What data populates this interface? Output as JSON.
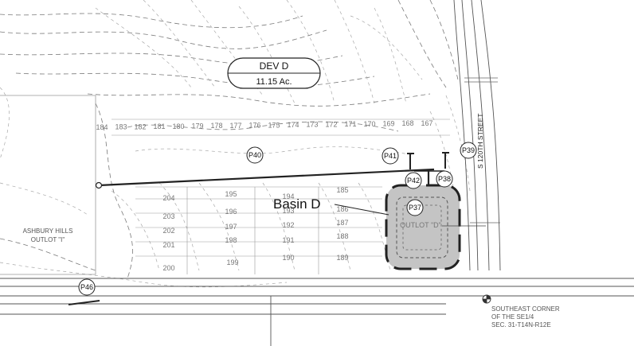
{
  "development": {
    "name": "DEV D",
    "area": "11.15 Ac."
  },
  "basin": {
    "label": "Basin D",
    "outlot_label": "OUTLOT \"D\""
  },
  "street": {
    "name": "S 120TH STREET"
  },
  "outlot_left": {
    "line1": "ASHBURY HILLS",
    "line2": "OUTLOT \"I\""
  },
  "corner_note": {
    "line1": "SOUTHEAST CORNER",
    "line2": "OF THE SE1/4",
    "line3": "SEC. 31-T14N-R12E"
  },
  "points": [
    {
      "id": "P40",
      "label": "P40"
    },
    {
      "id": "P41",
      "label": "P41"
    },
    {
      "id": "P39",
      "label": "P39"
    },
    {
      "id": "P42",
      "label": "P42"
    },
    {
      "id": "P38",
      "label": "P38"
    },
    {
      "id": "P37",
      "label": "P37"
    },
    {
      "id": "P46",
      "label": "P46"
    }
  ],
  "lots_top_row": [
    "184",
    "183",
    "182",
    "181",
    "180",
    "179",
    "178",
    "177",
    "176",
    "175",
    "174",
    "173",
    "172",
    "171",
    "170",
    "169",
    "168",
    "167"
  ],
  "lots_mid_left": [
    "204",
    "203",
    "202",
    "201",
    "200"
  ],
  "lots_mid_center": [
    "195",
    "196",
    "197",
    "198",
    "199"
  ],
  "lots_mid_right": [
    "185",
    "186",
    "187",
    "188",
    "189",
    "190",
    "191",
    "192",
    "193",
    "194"
  ]
}
